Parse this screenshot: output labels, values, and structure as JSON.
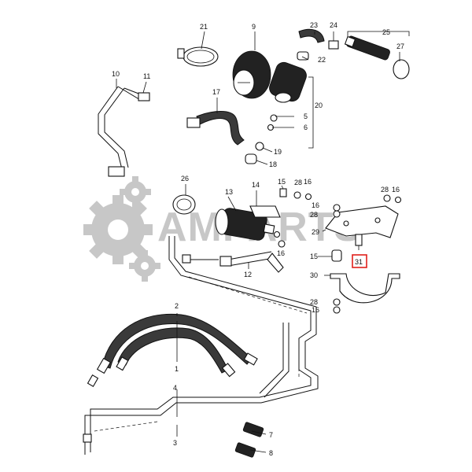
{
  "watermark": {
    "text": "AMPARTS",
    "color": "#9a9a9a"
  },
  "callouts": {
    "p1": "1",
    "p2": "2",
    "p3": "3",
    "p4": "4",
    "p5": "5",
    "p6": "6",
    "p7": "7",
    "p8": "8",
    "p9": "9",
    "p10": "10",
    "p11": "11",
    "p12": "12",
    "p13": "13",
    "p14": "14",
    "p15a": "15",
    "p15b": "15",
    "p16a": "16",
    "p16b": "16",
    "p16c": "16",
    "p16d": "16",
    "p16e": "16",
    "p17": "17",
    "p18": "18",
    "p19": "19",
    "p20": "20",
    "p21": "21",
    "p22": "22",
    "p23": "23",
    "p24": "24",
    "p25": "25",
    "p26": "26",
    "p27": "27",
    "p28a": "28",
    "p28b": "28",
    "p28c": "28",
    "p28d": "28",
    "p29": "29",
    "p30": "30",
    "p31": "31"
  },
  "highlight": {
    "part": "31",
    "color": "#e0201b"
  }
}
